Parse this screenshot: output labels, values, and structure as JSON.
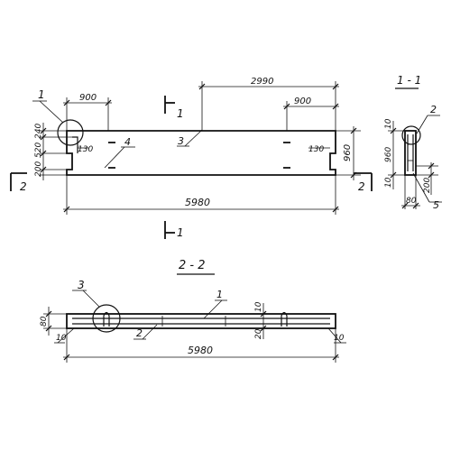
{
  "elevation": {
    "dims": {
      "overall_length": "5980",
      "half_length": "2990",
      "left_offset": "900",
      "right_offset": "900",
      "left_notch": "130",
      "right_notch": "130",
      "height": "960",
      "left_h_top": "240",
      "left_h_mid": "520",
      "left_h_bot": "200"
    },
    "callouts": {
      "c1": "1",
      "c3": "3",
      "c4": "4"
    },
    "section_marks": {
      "top": "1",
      "bottom": "1",
      "left": "2",
      "right": "2"
    }
  },
  "section_1_1": {
    "title": "1 - 1",
    "dims": {
      "height": "960",
      "top": "10",
      "bottom_left": "10",
      "bottom_right": "200",
      "width": "80"
    },
    "callouts": {
      "c2": "2",
      "c5": "5"
    }
  },
  "section_2_2": {
    "title": "2 - 2",
    "dims": {
      "overall_length": "5980",
      "thickness": "80",
      "left_end": "10",
      "right_end": "10",
      "mid_top": "10",
      "mid_bot": "20"
    },
    "callouts": {
      "c1": "1",
      "c2": "2",
      "c3": "3"
    }
  }
}
